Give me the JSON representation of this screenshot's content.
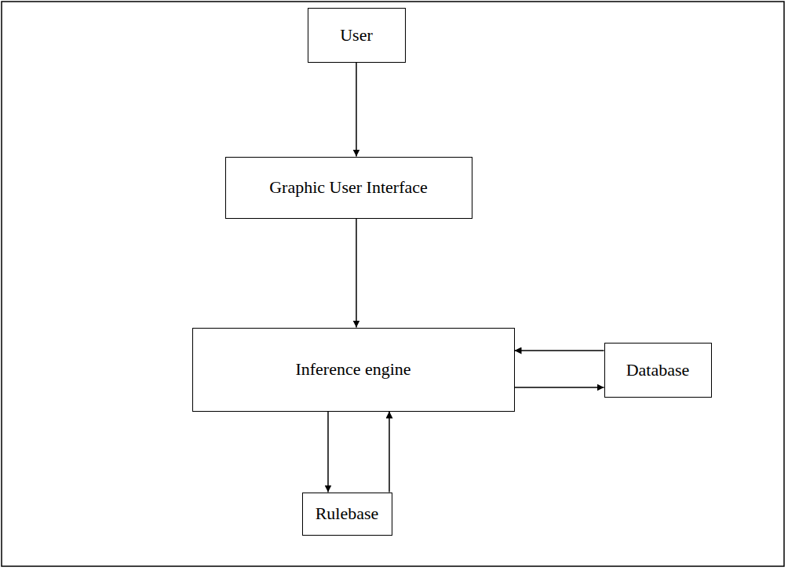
{
  "diagram": {
    "nodes": [
      {
        "text": [
          "User"
        ]
      },
      {
        "text": [
          "Graphic User Interface"
        ]
      },
      {
        "text": [
          "Inference engine"
        ]
      },
      {
        "text": [
          "Database"
        ]
      },
      {
        "text": [
          "Rulebase"
        ]
      }
    ],
    "edges": [
      {
        "from": 0,
        "to": 1,
        "arrow": "to"
      },
      {
        "from": 1,
        "to": 2,
        "arrow": "to"
      },
      {
        "from": 3,
        "to": 2,
        "arrow": "to"
      },
      {
        "from": 2,
        "to": 3,
        "arrow": "to"
      },
      {
        "from": 2,
        "to": 4,
        "arrow": "to"
      },
      {
        "from": 4,
        "to": 2,
        "arrow": "to"
      }
    ]
  }
}
